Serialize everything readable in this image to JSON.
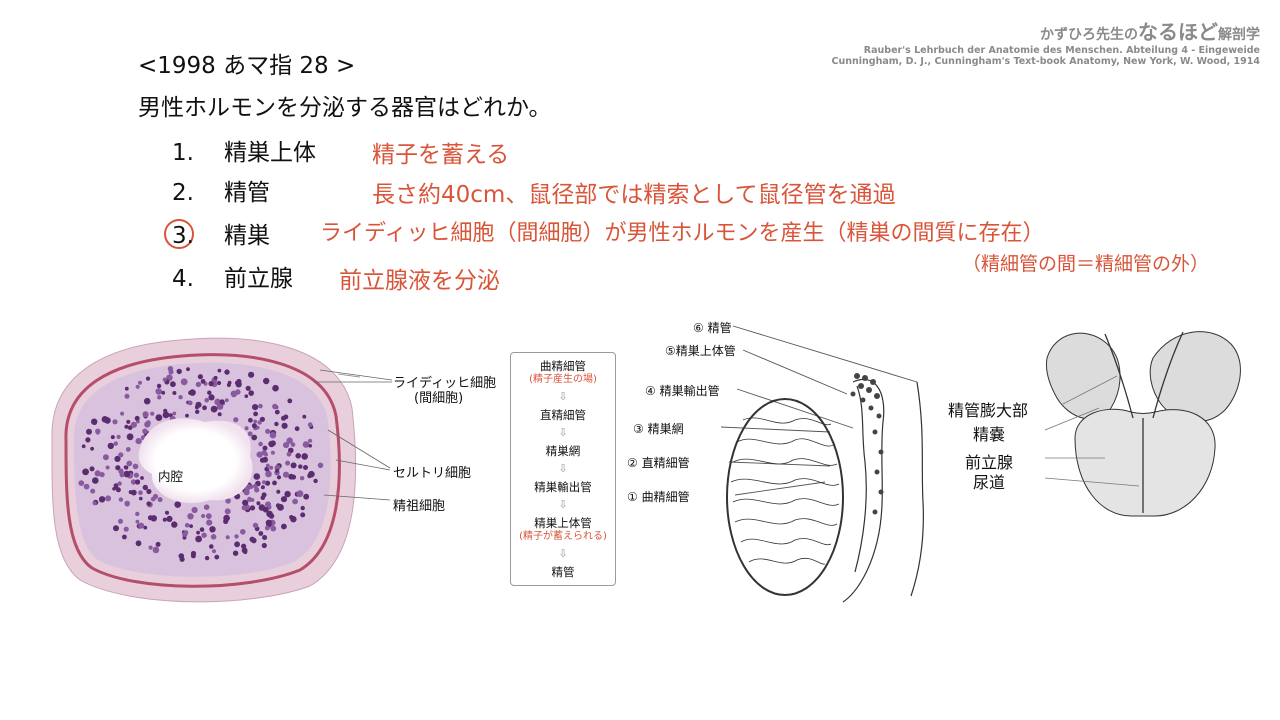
{
  "branding": {
    "title_prefix": "かずひろ先生の",
    "title_main": "なるほど",
    "title_suffix": "解剖学",
    "citation_1": "Rauber's Lehrbuch der Anatomie des Menschen. Abteilung 4 - Eingeweide",
    "citation_2": "Cunningham, D. J., Cunningham's Text-book Anatomy, New York, W. Wood, 1914"
  },
  "question": {
    "title": "<1998 あマ指 28 >",
    "text": "男性ホルモンを分泌する器官はどれか。"
  },
  "options": [
    {
      "num": "1.",
      "label": "精巣上体",
      "note": "精子を蓄える"
    },
    {
      "num": "2.",
      "label": "精管",
      "note": "長さ約40cm、鼠径部では精索として鼠径管を通過"
    },
    {
      "num": "3.",
      "label": "精巣",
      "note": "ライディッヒ細胞（間細胞）が男性ホルモンを産生（精巣の間質に存在）",
      "note2": "（精細管の間＝精細管の外）"
    },
    {
      "num": "4.",
      "label": "前立腺",
      "note": "前立腺液を分泌"
    }
  ],
  "answer_index": 3,
  "histology": {
    "lumen": "内腔",
    "leydig_line1": "ライディッヒ細胞",
    "leydig_line2": "(間細胞)",
    "sertoli": "セルトリ細胞",
    "spermatogonia": "精祖細胞"
  },
  "flow": [
    {
      "label": "曲精細管",
      "note": "(精子産生の場)"
    },
    {
      "label": "直精細管",
      "note": ""
    },
    {
      "label": "精巣網",
      "note": ""
    },
    {
      "label": "精巣輸出管",
      "note": ""
    },
    {
      "label": "精巣上体管",
      "note": "(精子が蓄えられる)"
    },
    {
      "label": "精管",
      "note": ""
    }
  ],
  "flow_arrow": "⇩",
  "testis_labels": [
    "⑥ 精管",
    "⑤精巣上体管",
    "④ 精巣輸出管",
    "③ 精巣網",
    "② 直精細管",
    "① 曲精細管"
  ],
  "gland_labels": [
    "精管膨大部",
    "精嚢",
    "前立腺",
    "尿道"
  ],
  "colors": {
    "accent": "#d9553a",
    "brand": "#8a8a8a"
  }
}
